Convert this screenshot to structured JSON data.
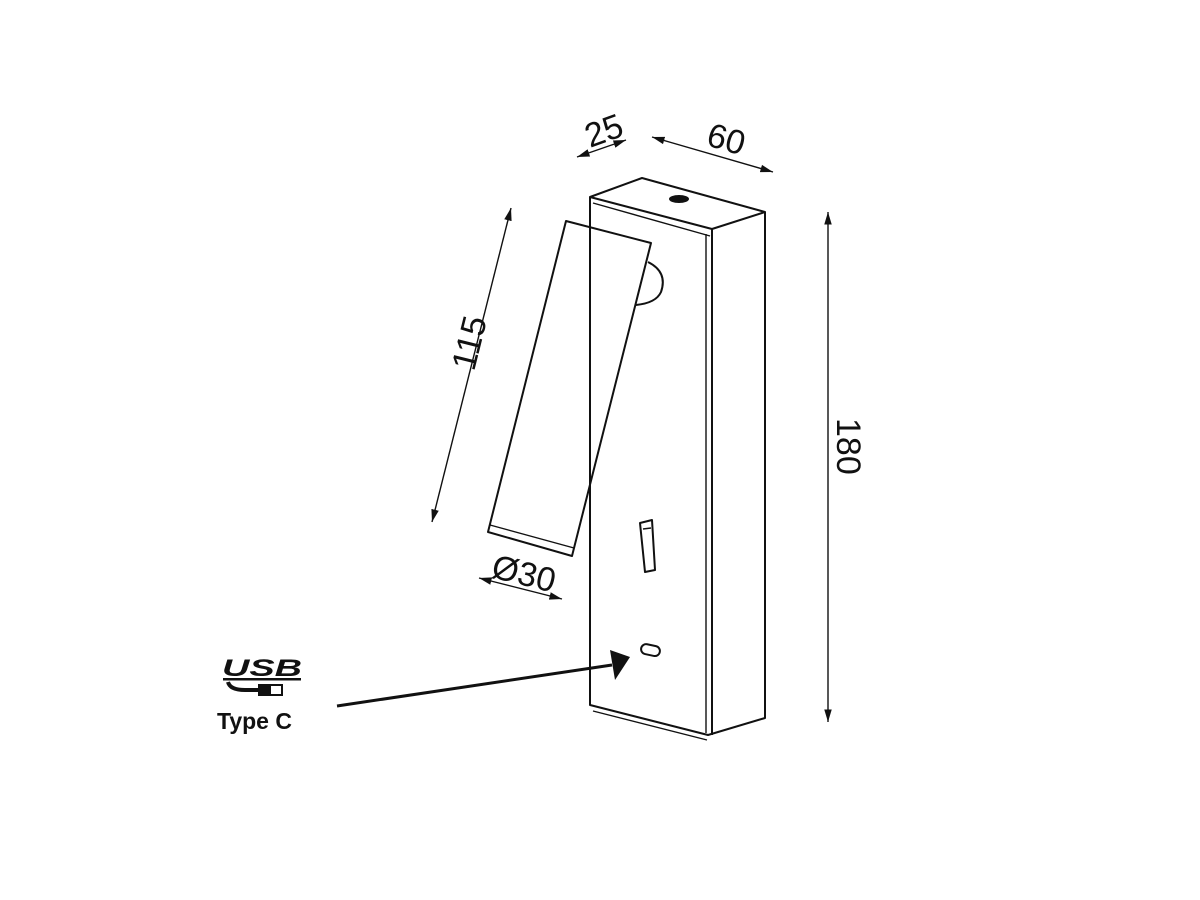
{
  "dimensions": {
    "depth": "25",
    "width": "60",
    "height": "180",
    "arm_length": "115",
    "head_diameter": "Ø30"
  },
  "usb_label": {
    "logo_text": "USB",
    "type": "Type C"
  },
  "colors": {
    "line": "#111111",
    "background": "#ffffff"
  }
}
